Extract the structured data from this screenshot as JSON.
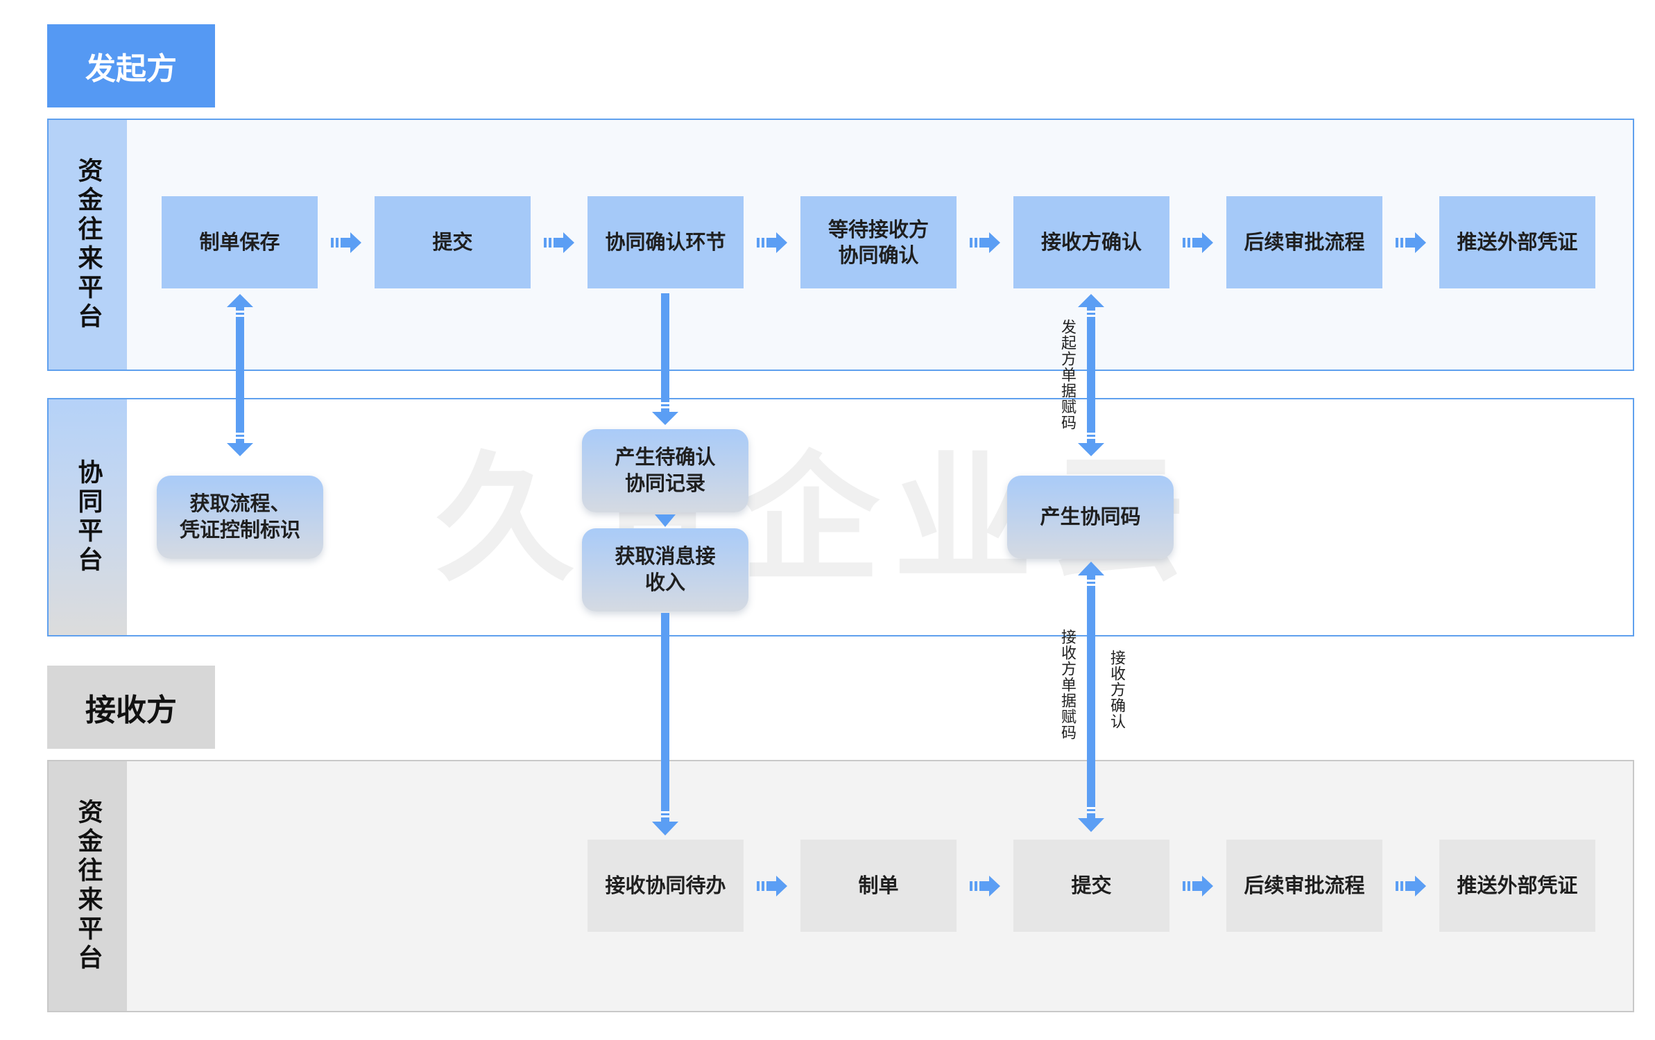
{
  "roles": {
    "initiator": "发起方",
    "receiver": "接收方"
  },
  "lanes": {
    "initiator_platform": "资金往来平台",
    "collab_platform": "协同平台",
    "receiver_platform": "资金往来平台"
  },
  "initiator_steps": [
    "制单保存",
    "提交",
    "协同确认环节",
    "等待接收方\n协同确认",
    "接收方确认",
    "后续审批流程",
    "推送外部凭证"
  ],
  "collab_steps": {
    "get_flow": "获取流程、\n凭证控制标识",
    "create_pending": "产生待确认\n协同记录",
    "get_message": "获取消息接\n收入",
    "create_code": "产生协同码"
  },
  "receiver_steps": [
    "接收协同待办",
    "制单",
    "提交",
    "后续审批流程",
    "推送外部凭证"
  ],
  "connector_labels": {
    "initiator_code": "发起方单据赋码",
    "receiver_code": "接收方单据赋码",
    "receiver_confirm": "接收方确认"
  },
  "watermark": "久其企业云",
  "colors": {
    "initiator_accent": "#5599f3",
    "arrow": "#5b9ef4",
    "step_blue": "#a5c9f8",
    "step_gray": "#e6e6e6"
  }
}
